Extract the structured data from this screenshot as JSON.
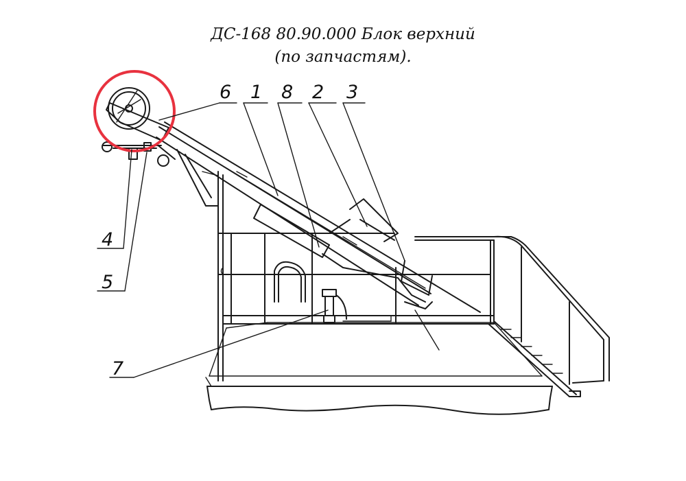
{
  "title": {
    "line1": "ДС-168 80.90.000 Блок верхний",
    "line2": "(по запчастям)."
  },
  "callouts": [
    "6",
    "1",
    "8",
    "2",
    "3",
    "4",
    "5",
    "7"
  ],
  "highlight_color": "#e8323f"
}
